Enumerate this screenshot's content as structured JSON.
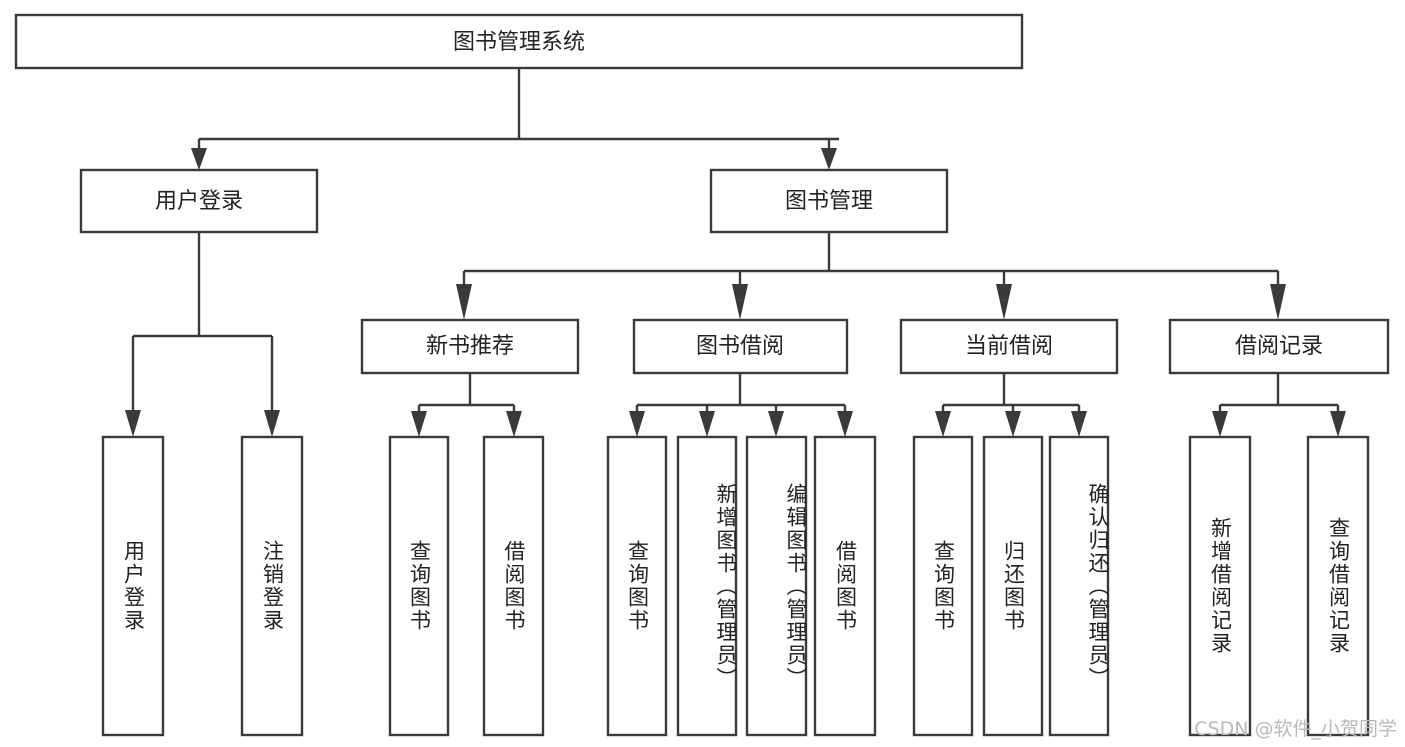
{
  "diagram": {
    "type": "tree-hierarchy-chart",
    "title": "图书管理系统",
    "orientation": "top-down",
    "colors": {
      "box_fill": "#ffffff",
      "box_stroke": "#3a3a3a",
      "text": "#222222",
      "background": "#ffffff",
      "watermark": "#b9b9b9"
    },
    "levels": {
      "root": {
        "label": "图书管理系统"
      },
      "level2": [
        {
          "id": "user-login",
          "label": "用户登录"
        },
        {
          "id": "book-management",
          "label": "图书管理"
        }
      ],
      "level3": [
        {
          "id": "new-book-recommend",
          "label": "新书推荐",
          "parent": "book-management"
        },
        {
          "id": "book-borrow",
          "label": "图书借阅",
          "parent": "book-management"
        },
        {
          "id": "current-borrow",
          "label": "当前借阅",
          "parent": "book-management"
        },
        {
          "id": "borrow-record",
          "label": "借阅记录",
          "parent": "book-management"
        }
      ],
      "leaves": [
        {
          "id": "leaf-user-login",
          "label": "用户登录",
          "parent": "user-login"
        },
        {
          "id": "leaf-logout",
          "label": "注销登录",
          "parent": "user-login"
        },
        {
          "id": "leaf-query-book-1",
          "label": "查询图书",
          "parent": "new-book-recommend"
        },
        {
          "id": "leaf-borrow-book-1",
          "label": "借阅图书",
          "parent": "new-book-recommend"
        },
        {
          "id": "leaf-query-book-2",
          "label": "查询图书",
          "parent": "book-borrow"
        },
        {
          "id": "leaf-add-book",
          "label": "新增图书（管理员）",
          "parent": "book-borrow"
        },
        {
          "id": "leaf-edit-book",
          "label": "编辑图书（管理员）",
          "parent": "book-borrow"
        },
        {
          "id": "leaf-borrow-book-2",
          "label": "借阅图书",
          "parent": "book-borrow"
        },
        {
          "id": "leaf-query-book-3",
          "label": "查询图书",
          "parent": "current-borrow"
        },
        {
          "id": "leaf-return-book",
          "label": "归还图书",
          "parent": "current-borrow"
        },
        {
          "id": "leaf-confirm-return",
          "label": "确认归还（管理员）",
          "parent": "current-borrow"
        },
        {
          "id": "leaf-add-record",
          "label": "新增借阅记录",
          "parent": "borrow-record"
        },
        {
          "id": "leaf-query-record",
          "label": "查询借阅记录",
          "parent": "borrow-record"
        }
      ]
    }
  },
  "watermark": {
    "text": "CSDN @软件_小贺同学"
  }
}
